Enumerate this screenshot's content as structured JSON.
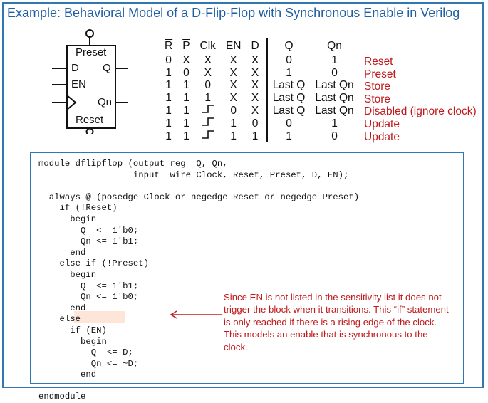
{
  "title": "Example: Behavioral Model of a D-Flip-Flop with Synchronous Enable in Verilog",
  "flipflop": {
    "preset_label": "Preset",
    "d_label": "D",
    "q_label": "Q",
    "en_label": "EN",
    "qn_label": "Qn",
    "reset_label": "Reset"
  },
  "truth_table": {
    "headers": [
      "R",
      "P",
      "Clk",
      "EN",
      "D",
      "Q",
      "Qn"
    ],
    "rows": [
      {
        "R": "0",
        "P": "X",
        "Clk": "X",
        "EN": "X",
        "D": "X",
        "Q": "0",
        "Qn": "1",
        "note": "Reset"
      },
      {
        "R": "1",
        "P": "0",
        "Clk": "X",
        "EN": "X",
        "D": "X",
        "Q": "1",
        "Qn": "0",
        "note": "Preset"
      },
      {
        "R": "1",
        "P": "1",
        "Clk": "0",
        "EN": "X",
        "D": "X",
        "Q": "Last Q",
        "Qn": "Last Qn",
        "note": "Store"
      },
      {
        "R": "1",
        "P": "1",
        "Clk": "1",
        "EN": "X",
        "D": "X",
        "Q": "Last Q",
        "Qn": "Last Qn",
        "note": "Store"
      },
      {
        "R": "1",
        "P": "1",
        "Clk": "rising-edge",
        "EN": "0",
        "D": "X",
        "Q": "Last Q",
        "Qn": "Last Qn",
        "note": "Disabled (ignore clock)"
      },
      {
        "R": "1",
        "P": "1",
        "Clk": "rising-edge",
        "EN": "1",
        "D": "0",
        "Q": "0",
        "Qn": "1",
        "note": "Update"
      },
      {
        "R": "1",
        "P": "1",
        "Clk": "rising-edge",
        "EN": "1",
        "D": "1",
        "Q": "1",
        "Qn": "0",
        "note": "Update"
      }
    ]
  },
  "code": {
    "lines": [
      "module dflipflop (output reg  Q, Qn,",
      "                  input  wire Clock, Reset, Preset, D, EN);",
      "",
      "  always @ (posedge Clock or negedge Reset or negedge Preset)",
      "    if (!Reset)",
      "      begin",
      "        Q  <= 1'b0;",
      "        Qn <= 1'b1;",
      "      end",
      "    else if (!Preset)",
      "      begin",
      "        Q  <= 1'b1;",
      "        Qn <= 1'b0;",
      "      end",
      "    else",
      "      if (EN)",
      "        begin",
      "          Q  <= D;",
      "          Qn <= ~D;",
      "        end",
      "",
      "endmodule"
    ]
  },
  "comment": "Since EN is not listed in the sensitivity list it does not trigger the block when it transitions. This “if” statement is only reached if there is a rising edge of the clock.  This models an enable that is synchronous to the clock.",
  "colors": {
    "border": "#2f78b4",
    "title": "#1f5fa3",
    "note_red": "#c0191b",
    "highlight": "#fde5d7"
  }
}
